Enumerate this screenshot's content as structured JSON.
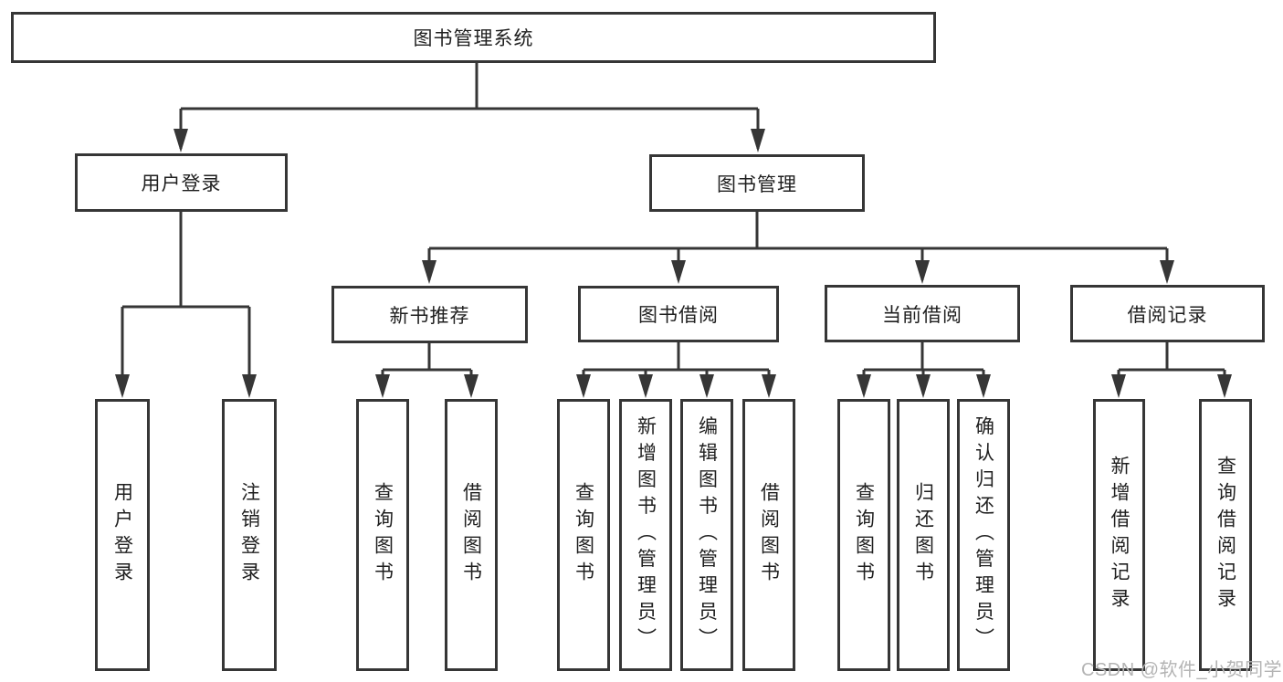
{
  "diagram": {
    "root": "图书管理系统",
    "branches": {
      "user_login": {
        "label": "用户登录",
        "children": [
          "用户登录",
          "注销登录"
        ]
      },
      "book_management": {
        "label": "图书管理",
        "children": {
          "new_book_recommend": {
            "label": "新书推荐",
            "children": [
              "查询图书",
              "借阅图书"
            ]
          },
          "book_borrow": {
            "label": "图书借阅",
            "children": [
              "查询图书",
              "新增图书（管理员）",
              "编辑图书（管理员）",
              "借阅图书"
            ]
          },
          "current_borrow": {
            "label": "当前借阅",
            "children": [
              "查询图书",
              "归还图书",
              "确认归还（管理员）"
            ]
          },
          "borrow_records": {
            "label": "借阅记录",
            "children": [
              "新增借阅记录",
              "查询借阅记录"
            ]
          }
        }
      }
    }
  },
  "watermark": {
    "text": "CSDN @软件_小贺同学"
  },
  "colors": {
    "line": "#363636",
    "text": "#1f1f1f",
    "watermark": "#b4b4b4",
    "background": "#ffffff"
  }
}
